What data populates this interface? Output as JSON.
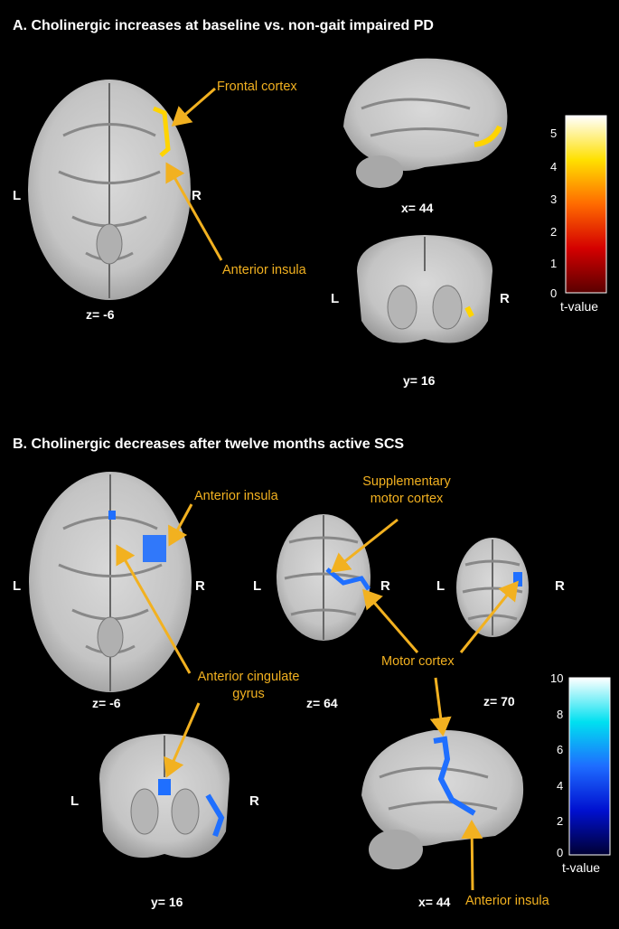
{
  "panel_a": {
    "title": "A. Cholinergic increases at baseline vs. non-gait impaired PD",
    "axial": {
      "left": "L",
      "right": "R",
      "slice": "z= -6"
    },
    "sagittal": {
      "slice": "x= 44"
    },
    "coronal": {
      "left": "L",
      "right": "R",
      "slice": "y= 16"
    },
    "labels": {
      "frontal_cortex": "Frontal cortex",
      "anterior_insula": "Anterior insula"
    },
    "colorbar": {
      "ticks": [
        "5",
        "4",
        "3",
        "2",
        "1",
        "0"
      ],
      "label": "t-value",
      "colors": [
        "#8b0000",
        "#ff2000",
        "#ff8c00",
        "#ffff00",
        "#ffffff"
      ]
    }
  },
  "panel_b": {
    "title": "B. Cholinergic decreases after twelve months active SCS",
    "axial": {
      "left": "L",
      "right": "R",
      "slice": "z= -6"
    },
    "axial_top_64": {
      "left": "L",
      "right": "R",
      "slice": "z= 64"
    },
    "axial_top_70": {
      "left": "L",
      "right": "R",
      "slice": "z= 70"
    },
    "coronal": {
      "left": "L",
      "right": "R",
      "slice": "y= 16"
    },
    "sagittal": {
      "slice": "x= 44"
    },
    "labels": {
      "anterior_insula_top": "Anterior insula",
      "supplementary_line1": "Supplementary",
      "supplementary_line2": "motor cortex",
      "cingulate_line1": "Anterior cingulate",
      "cingulate_line2": "gyrus",
      "motor_cortex": "Motor cortex",
      "anterior_insula_bottom": "Anterior insula"
    },
    "colorbar": {
      "ticks": [
        "10",
        "8",
        "6",
        "4",
        "2",
        "0"
      ],
      "label": "t-value",
      "colors": [
        "#00003a",
        "#0000ff",
        "#1e90ff",
        "#00e5ff",
        "#ffffff"
      ]
    }
  },
  "colors": {
    "annotation": "#f2b120",
    "hot": "#ffd400",
    "cool": "#1f6fff"
  }
}
